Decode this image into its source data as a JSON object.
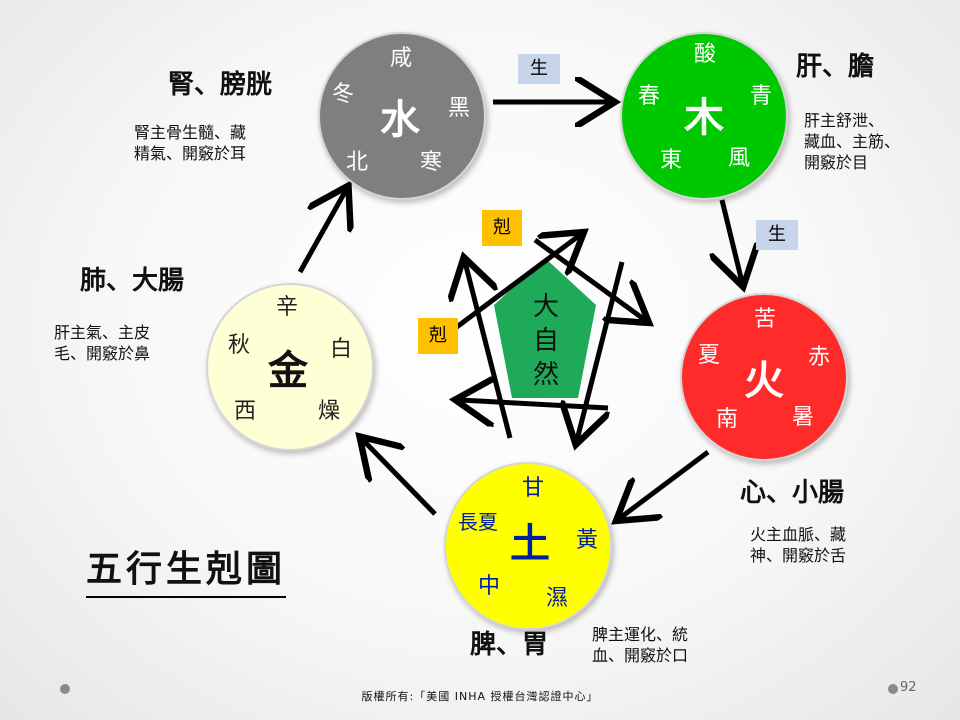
{
  "elements": {
    "water": {
      "center": "水",
      "top": "咸",
      "left": "冬",
      "right": "黑",
      "bottom_left": "北",
      "bottom_right": "寒",
      "color": "#7f7f7f"
    },
    "wood": {
      "center": "木",
      "top": "酸",
      "left": "春",
      "right": "青",
      "bottom_left": "東",
      "bottom_right": "風",
      "color": "#00c800"
    },
    "fire": {
      "center": "火",
      "top": "苦",
      "left": "夏",
      "right": "赤",
      "bottom_left": "南",
      "bottom_right": "暑",
      "color": "#ff2a2a"
    },
    "earth": {
      "center": "土",
      "top": "甘",
      "left": "長夏",
      "right": "黃",
      "bottom_left": "中",
      "bottom_right": "濕",
      "color": "#ffff00"
    },
    "metal": {
      "center": "金",
      "top": "辛",
      "left": "秋",
      "right": "白",
      "bottom_left": "西",
      "bottom_right": "燥",
      "color": "#ffffd6"
    }
  },
  "organs": {
    "water": {
      "name": "腎、膀胱",
      "desc": "腎主骨生髓、藏\n精氣、開竅於耳"
    },
    "wood": {
      "name": "肝、膽",
      "desc": "肝主舒泄、\n藏血、主筋、\n開竅於目"
    },
    "fire": {
      "name": "心、小腸",
      "desc": "火主血脈、藏\n神、開竅於舌"
    },
    "earth": {
      "name": "脾、胃",
      "desc": "脾主運化、統\n血、開竅於口"
    },
    "metal": {
      "name": "肺、大腸",
      "desc": "肝主氣、主皮\n毛、開竅於鼻"
    }
  },
  "tags": {
    "sheng_1": "生",
    "sheng_2": "生",
    "ke_1": "剋",
    "ke_2": "剋"
  },
  "center": {
    "chars": [
      "大",
      "自",
      "然"
    ],
    "color": "#1faa5a"
  },
  "title": "五行生剋圖",
  "footer": "版權所有:「美國 INHA 授權台灣認證中心」",
  "page_number": "92"
}
